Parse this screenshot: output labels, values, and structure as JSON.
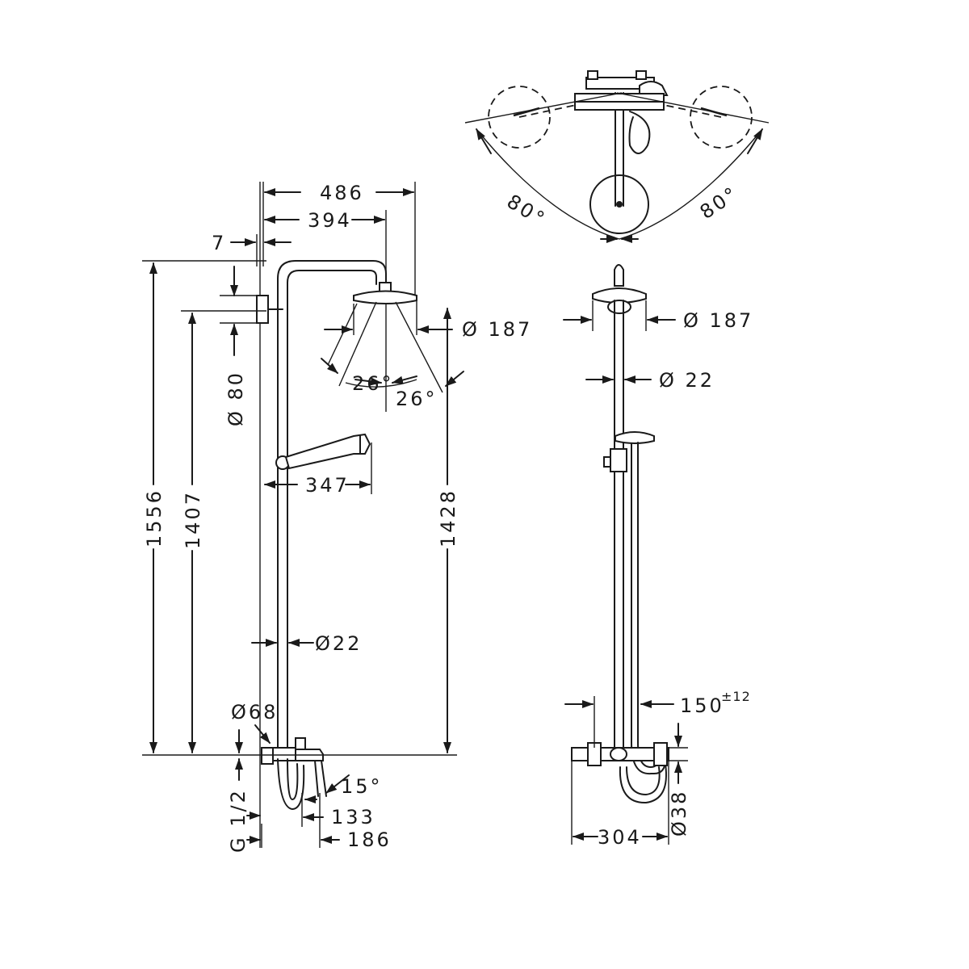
{
  "colors": {
    "ink": "#1a1a1a",
    "paper": "#ffffff"
  },
  "front_view": {
    "width_total": "486",
    "head_offset": "394",
    "wall_gap": "7",
    "head_diameter": "Ø 187",
    "rail_diameter": "Ø22",
    "spray_angle_left": "26°",
    "spray_angle_right": "26°",
    "arm_drop": "Ø 80",
    "hand_shower_reach": "347",
    "height_total": "1556",
    "height_bar": "1407",
    "height_head": "1428",
    "mixer_diameter": "Ø68",
    "spout_angle": "15°",
    "spout_reach": "133",
    "mixer_depth": "186",
    "connection": "G 1/2"
  },
  "side_view": {
    "swivel_left": "80°",
    "swivel_right": "80°",
    "head_diameter": "Ø 187",
    "rail_diameter": "Ø 22",
    "hose_offset": "150",
    "hose_offset_tol": "±12",
    "mixer_diameter": "Ø38",
    "mixer_width": "304"
  }
}
